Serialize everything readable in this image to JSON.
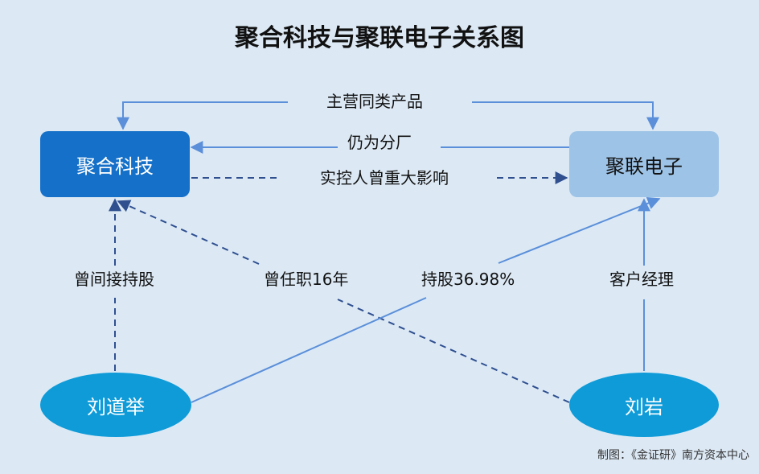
{
  "title": "聚合科技与聚联电子关系图",
  "nodes": {
    "company_a": "聚合科技",
    "company_b": "聚联电子",
    "person_a": "刘道举",
    "person_b": "刘岩"
  },
  "edges": {
    "main_product": "主营同类产品",
    "still_factory": "仍为分厂",
    "actual_control": "实控人曾重大影响",
    "indirect_share": "曾间接持股",
    "held_post": "曾任职16年",
    "shareholding": "持股36.98%",
    "client_manager": "客户经理"
  },
  "credit": "制图：《金证研》南方资本中心",
  "colors": {
    "background": "#dce9f5",
    "company_a": "#1470c8",
    "company_b": "#9dc3e6",
    "person": "#0e9bd8",
    "solid_line": "#5b8fd9",
    "dashed_line": "#2f4f8f"
  }
}
